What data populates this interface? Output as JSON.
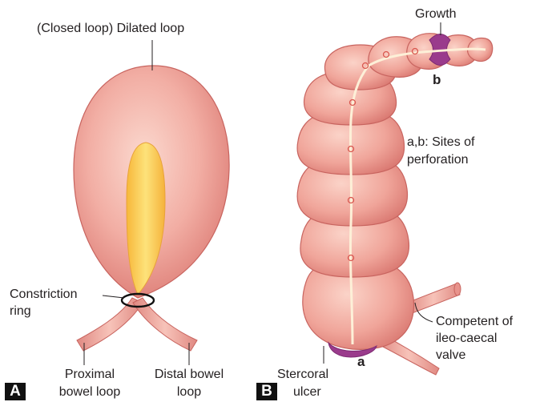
{
  "panel_a": {
    "tag": "A",
    "labels": {
      "dilated_loop": "(Closed loop) Dilated loop",
      "constriction_ring_1": "Constriction",
      "constriction_ring_2": "ring",
      "proximal_loop_1": "Proximal",
      "proximal_loop_2": "bowel loop",
      "distal_loop_1": "Distal bowel",
      "distal_loop_2": "loop"
    }
  },
  "panel_b": {
    "tag": "B",
    "labels": {
      "growth": "Growth",
      "site_b": "b",
      "sites_caption_1": "a,b: Sites of",
      "sites_caption_2": "perforation",
      "site_a": "a",
      "competent_1": "Competent of",
      "competent_2": "ileo-caecal",
      "competent_3": "valve",
      "stercoral_1": "Stercoral",
      "stercoral_2": "ulcer"
    }
  },
  "colors": {
    "bowel_fill": "#e9928e",
    "bowel_light": "#f6c4bc",
    "bowel_stroke": "#c8645f",
    "lumen_yellow": "#fbd34d",
    "lesion_purple": "#9a3b8c",
    "label_text": "#231f20"
  }
}
